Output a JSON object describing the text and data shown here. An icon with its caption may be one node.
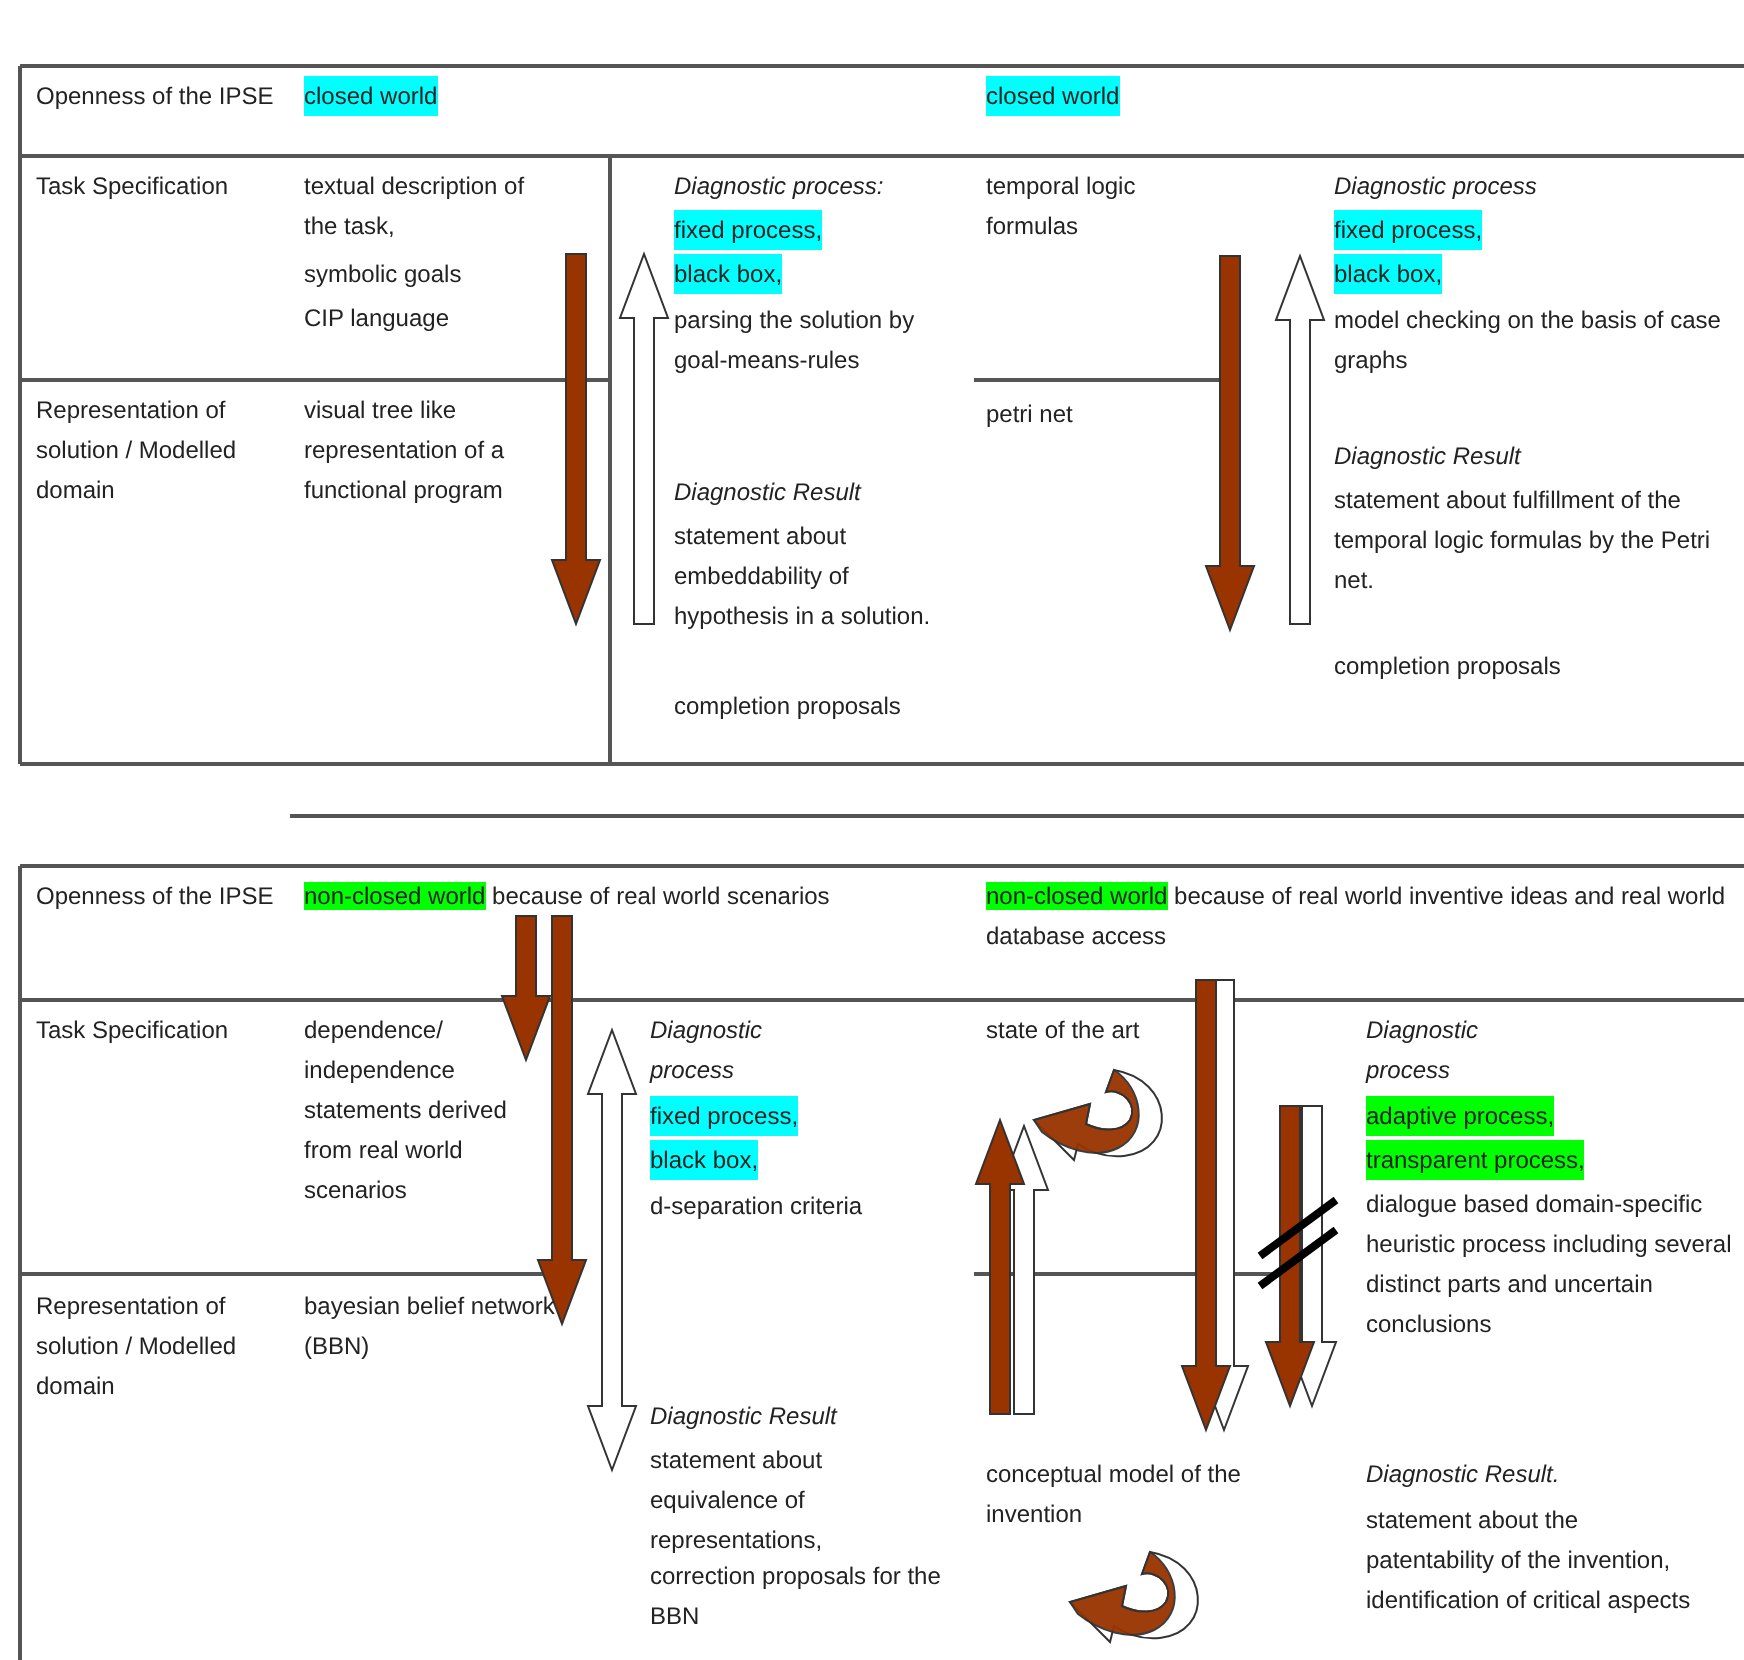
{
  "diagram": {
    "labels": [
      "Openness of the IPSE",
      "closed world",
      "closed world",
      "Task Specification",
      "textual description of the task,",
      "symbolic goals",
      "CIP language",
      "Diagnostic process:",
      "fixed process,",
      "black box,",
      "parsing the solution by goal-means-rules",
      "temporal logic formulas",
      "Diagnostic process",
      "fixed process,",
      "black box,",
      "model checking on the basis of case graphs",
      "Representation of solution / Modelled domain",
      "visual tree like representation of a functional program",
      "Diagnostic Result",
      "statement about embeddability of hypothesis in a solution.",
      "completion proposals",
      "petri net",
      "Diagnostic Result",
      "statement about fulfillment of the temporal logic formulas by the Petri net.",
      "completion proposals",
      "Openness of the IPSE",
      "non-closed world because of real world scenarios",
      "non-closed world because of real world inventive ideas and real world database access",
      "Task Specification",
      "dependence/ independence statements derived from real world scenarios",
      "Diagnostic process",
      "fixed process,",
      "black box,",
      "d-separation criteria",
      "state of the art",
      "Diagnostic process",
      "adaptive process,",
      "transparent process,",
      "dialogue based domain-specific heuristic process including several distinct parts and uncertain conclusions",
      "Representation of solution / Modelled domain",
      "bayesian belief network (BBN)",
      "Diagnostic Result",
      "statement about equivalence of representations,",
      "correction proposals for the BBN",
      "conceptual model of the invention",
      "Diagnostic Result.",
      "statement about the patentability of the invention, identification of critical aspects"
    ]
  }
}
